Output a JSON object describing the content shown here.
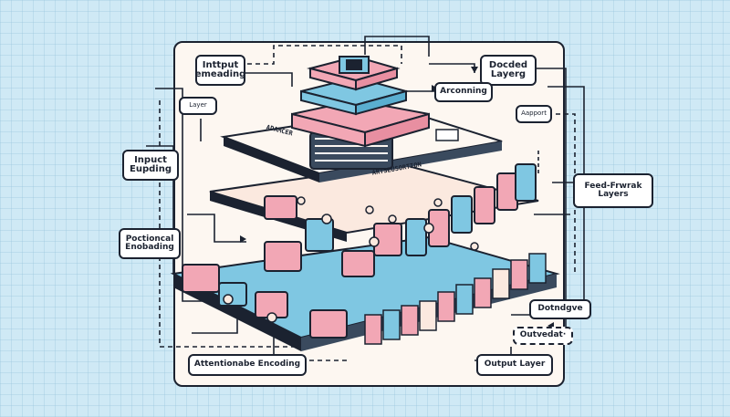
{
  "labels": {
    "input_embedding": "Inttput\nemeading",
    "decoded_layers": "Docded\nLayerg",
    "layer": "Layer",
    "arconning": "Arconning",
    "approach": "Aapport",
    "input_eupding": "Inpuct\nEupding",
    "positional_encoding": "Poctioncal\nEnobading",
    "feed_forward_layers": "Feed-Frwrak\nLayers",
    "attention_encoding": "Attentionabe Encoding",
    "output_layer": "Output Layer",
    "dotndgve": "Dotndgve",
    "outvedat": "Outvedat·",
    "plate_text_left": "ADAMCER",
    "plate_text_right": "ARTSEUSORTION"
  },
  "colors": {
    "background": "#cfe9f5",
    "panel": "#fdf7f1",
    "ink": "#1b2230",
    "pink": "#f2a7b5",
    "blue": "#7fc7e2",
    "cream": "#fbe9df"
  }
}
